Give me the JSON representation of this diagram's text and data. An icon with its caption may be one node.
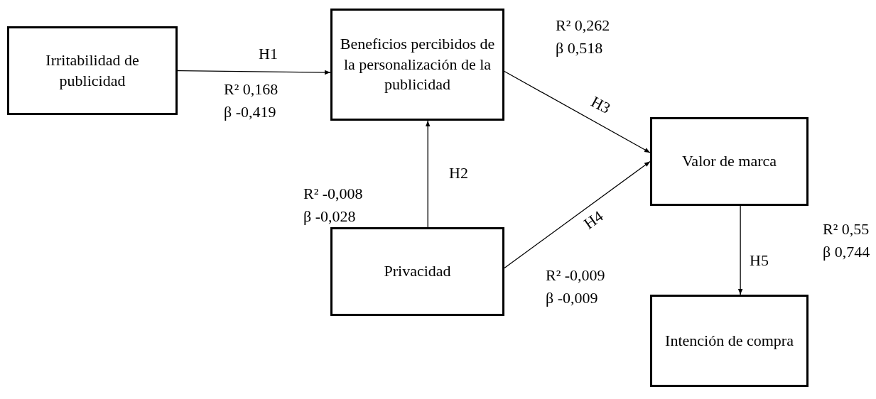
{
  "diagram": {
    "nodes": [
      {
        "text": [
          "Irritabilidad de publicidad"
        ]
      },
      {
        "text": [
          "Beneficios percibidos de la personalización de la publicidad"
        ]
      },
      {
        "text": [
          "Valor de marca"
        ]
      },
      {
        "text": [
          "Privacidad"
        ]
      },
      {
        "text": [
          "Intención de compra"
        ]
      }
    ],
    "edges": [
      {
        "from": 0,
        "to": 1,
        "arrow": "to",
        "label": "H1"
      },
      {
        "from": 3,
        "to": 1,
        "arrow": "to",
        "label": "H2"
      },
      {
        "from": 1,
        "to": 2,
        "arrow": "to",
        "label": "H3"
      },
      {
        "from": 3,
        "to": 2,
        "arrow": "to",
        "label": "H4"
      },
      {
        "from": 2,
        "to": 4,
        "arrow": "to",
        "label": "H5"
      }
    ],
    "labels": [
      "R² 0,262",
      "β 0,518",
      "R² 0,168",
      "β -0,419",
      "R² -0,008",
      "β -0,028",
      "R² 0,55",
      "β 0,744",
      "R² -0,009",
      "β -0,009"
    ]
  }
}
